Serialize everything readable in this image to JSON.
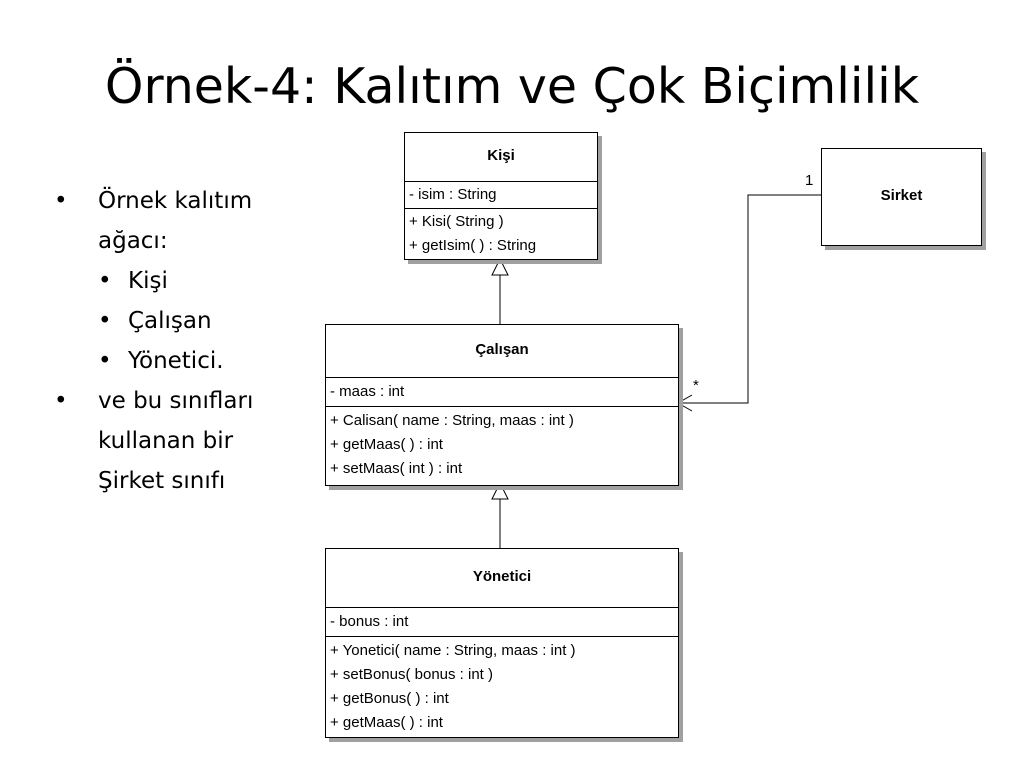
{
  "slide": {
    "title": "Örnek-4: Kalıtım ve Çok Biçimlilik"
  },
  "bullets": [
    {
      "text": "Örnek kalıtım ağacı:",
      "subitems": [
        "Kişi",
        "Çalışan",
        "Yönetici."
      ]
    },
    {
      "text": "ve bu sınıfları kullanan bir Şirket sınıfı",
      "subitems": []
    }
  ],
  "diagram": {
    "classes": {
      "kisi": {
        "name": "Kişi",
        "attributes": [
          "- isim : String"
        ],
        "operations": [
          "+ Kisi( String )",
          "+ getIsim( ) : String"
        ]
      },
      "calisan": {
        "name": "Çalışan",
        "attributes": [
          "- maas : int"
        ],
        "operations": [
          "+ Calisan( name : String, maas : int )",
          "+ getMaas( ) : int",
          "+ setMaas( int ) : int"
        ]
      },
      "yonetici": {
        "name": "Yönetici",
        "attributes": [
          "- bonus : int"
        ],
        "operations": [
          "+ Yonetici( name : String, maas : int )",
          "+ setBonus( bonus : int )",
          "+ getBonus( ) : int",
          "+ getMaas( ) : int"
        ]
      },
      "sirket": {
        "name": "Sirket"
      }
    },
    "association": {
      "multiplicity_sirket": "1",
      "multiplicity_calisan": "*"
    }
  }
}
